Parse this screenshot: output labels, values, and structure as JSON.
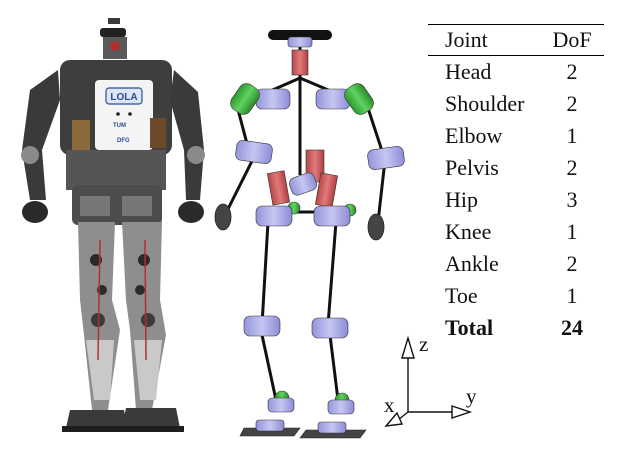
{
  "table": {
    "headers": [
      "Joint",
      "DoF"
    ],
    "rows": [
      {
        "joint": "Head",
        "dof": "2"
      },
      {
        "joint": "Shoulder",
        "dof": "2"
      },
      {
        "joint": "Elbow",
        "dof": "1"
      },
      {
        "joint": "Pelvis",
        "dof": "2"
      },
      {
        "joint": "Hip",
        "dof": "3"
      },
      {
        "joint": "Knee",
        "dof": "1"
      },
      {
        "joint": "Ankle",
        "dof": "2"
      },
      {
        "joint": "Toe",
        "dof": "1"
      }
    ],
    "total": {
      "joint": "Total",
      "dof": "24"
    }
  },
  "axes": {
    "z": "z",
    "x": "x",
    "y": "y"
  },
  "robot_logo": {
    "name": "LOLA",
    "sub1": "TUM",
    "sub2": "DFG"
  },
  "colors": {
    "joint_blue": "#aaaae6",
    "joint_green": "#3cb43c",
    "joint_red": "#d25a5a",
    "link_black": "#111111",
    "end_grey": "#444444"
  }
}
